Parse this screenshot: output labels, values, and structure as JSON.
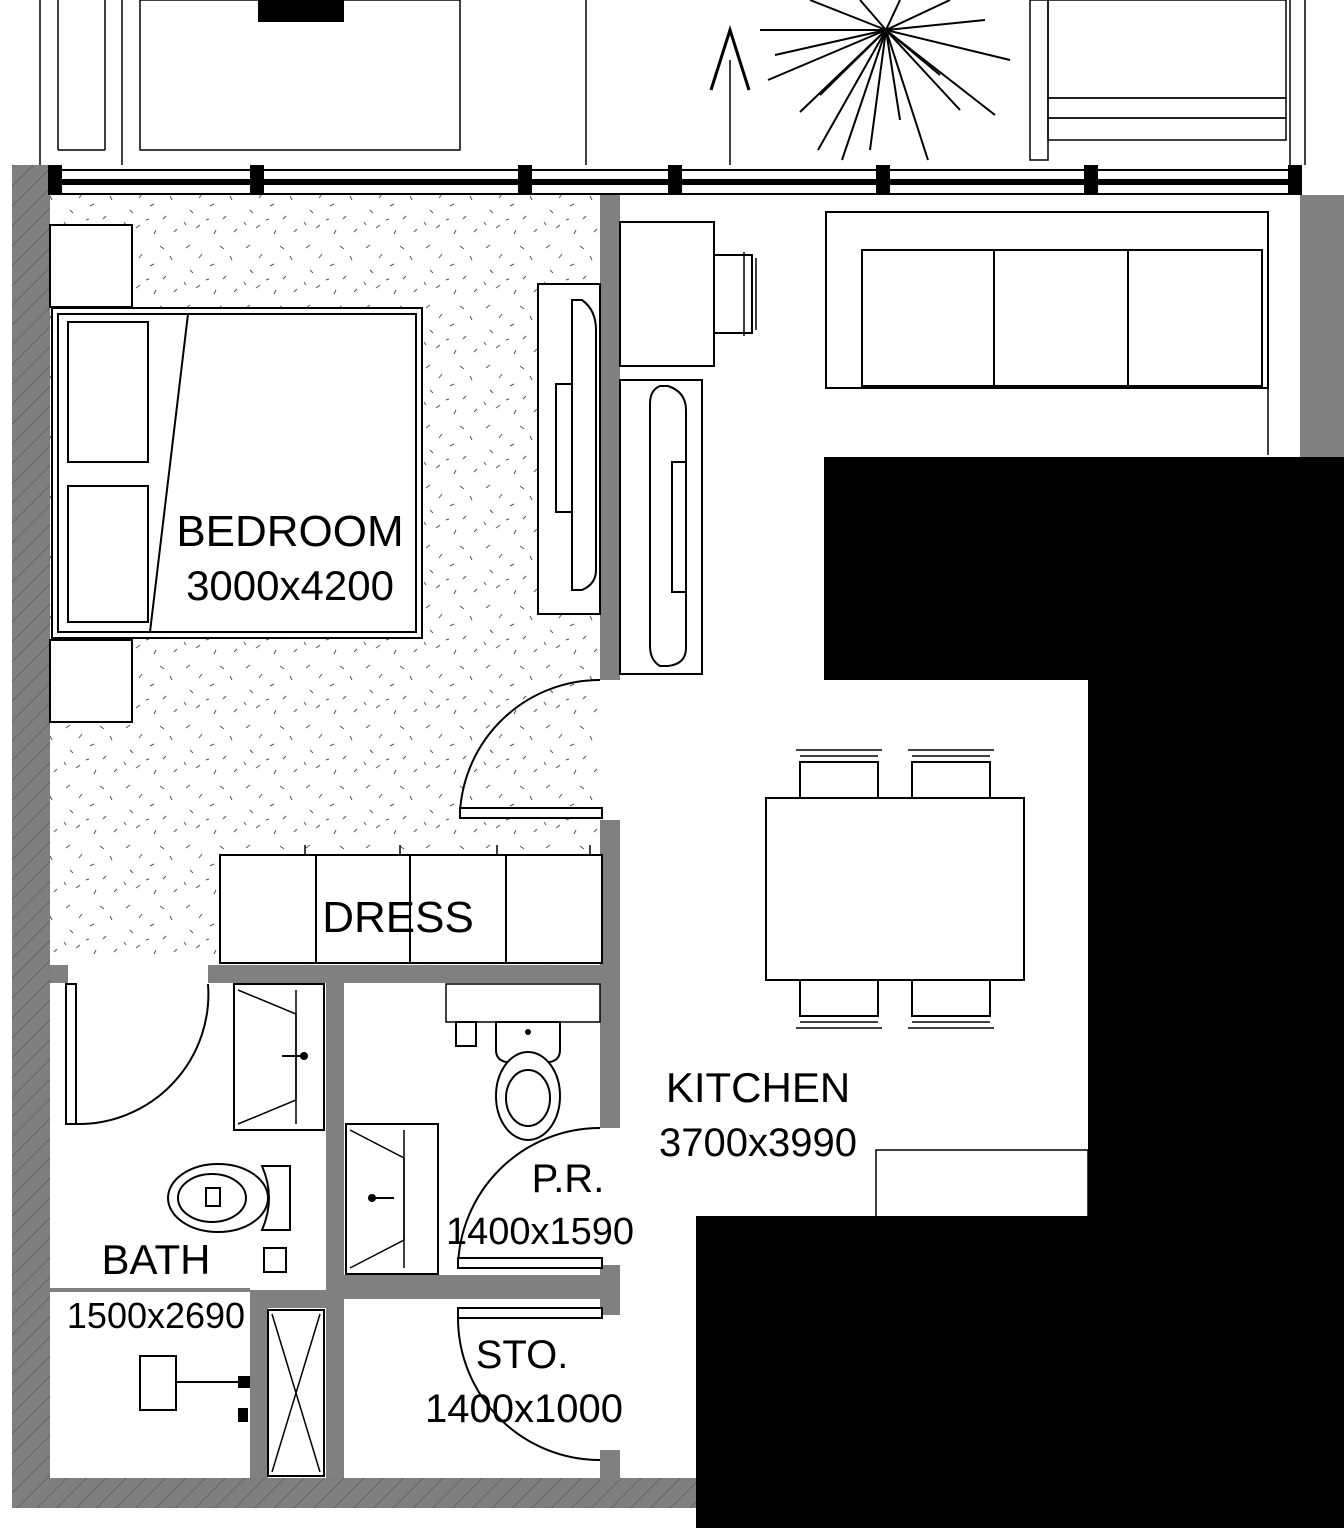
{
  "colors": {
    "wall": "#808080",
    "line": "#000000",
    "background": "#ffffff",
    "redacted": "#000000"
  },
  "rooms": {
    "bedroom": {
      "name": "BEDROOM",
      "size": "3000x4200"
    },
    "dress": {
      "name": "DRESS"
    },
    "kitchen": {
      "name": "KITCHEN",
      "size": "3700x3990"
    },
    "powder_room": {
      "name": "P.R.",
      "size": "1400x1590"
    },
    "bath": {
      "name": "BATH",
      "size": "1500x2690"
    },
    "storage": {
      "name": "STO.",
      "size": "1400x1000"
    }
  }
}
